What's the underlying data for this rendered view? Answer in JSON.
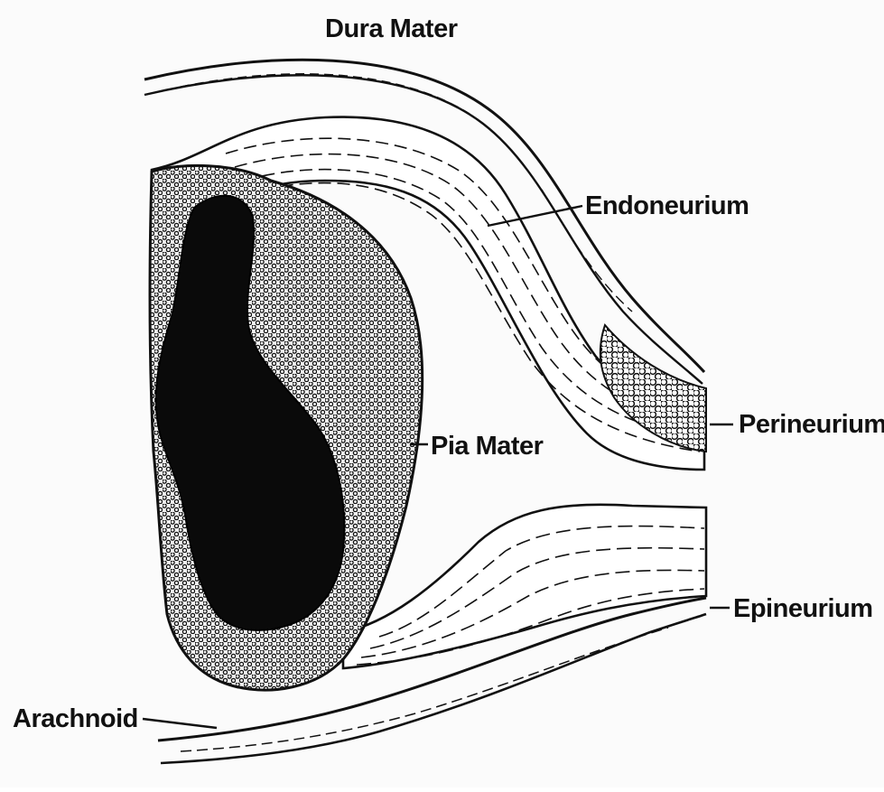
{
  "labels": {
    "dura_mater": "Dura Mater",
    "endoneurium": "Endoneurium",
    "perineurium": "Perineurium",
    "pia_mater": "Pia Mater",
    "epineurium": "Epineurium",
    "arachnoid": "Arachnoid"
  },
  "colors": {
    "ink": "#111111",
    "background": "#fbfbfb"
  }
}
